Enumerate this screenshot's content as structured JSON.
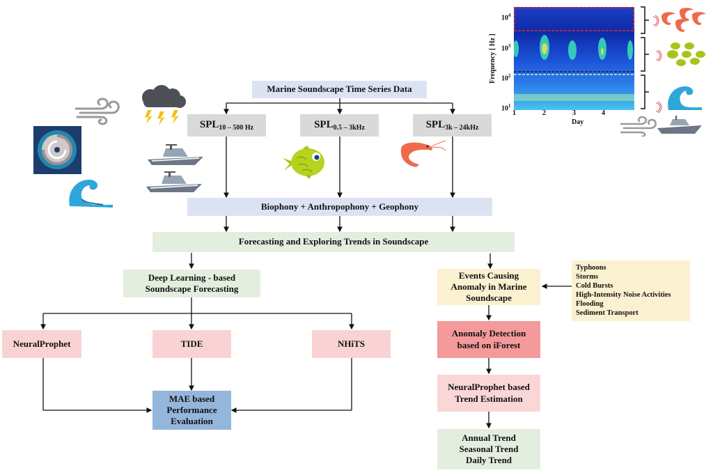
{
  "nodes": {
    "source": "Marine Soundscape Time Series Data",
    "spl_low": {
      "base": "SPL",
      "sub": "10 – 500 Hz"
    },
    "spl_mid": {
      "base": "SPL",
      "sub": "0.5 – 3kHz"
    },
    "spl_high": {
      "base": "SPL",
      "sub": "3k – 24kHz"
    },
    "combined": "Biophony + Anthropophony + Geophony",
    "forecasting": "Forecasting and Exploring Trends in Soundscape",
    "deep_learning": [
      "Deep Learning - based",
      "Soundscape Forecasting"
    ],
    "neuralprophet": "NeuralProphet",
    "tide": "TIDE",
    "nhits": "NHiTS",
    "mae": [
      "MAE based",
      "Performance",
      "Evaluation"
    ],
    "events": [
      "Events Causing",
      "Anomaly in Marine",
      "Soundscape"
    ],
    "anomaly": [
      "Anomaly Detection",
      "based on iForest"
    ],
    "trend_est": [
      "NeuralProphet based",
      "Trend Estimation"
    ],
    "trends": [
      "Annual Trend",
      "Seasonal Trend",
      "Daily Trend"
    ]
  },
  "event_list": [
    "Typhoons",
    "Storms",
    "Cold Bursts",
    "High-Intensity Noise Activities",
    "Flooding",
    "Sediment Transport"
  ],
  "spectrogram": {
    "ylabel": "Frequency [ Hz ]",
    "xlabel": "Day",
    "yticks": [
      "10",
      "10",
      "10",
      "10"
    ],
    "yexp": [
      "4",
      "3",
      "2",
      "1"
    ],
    "xticks": [
      "1",
      "2",
      "3",
      "4"
    ]
  },
  "icons": [
    "wind-icon",
    "storm-cloud-icon",
    "typhoon-icon",
    "wave-icon",
    "boat-icon",
    "fish-icon",
    "shrimp-icon"
  ]
}
